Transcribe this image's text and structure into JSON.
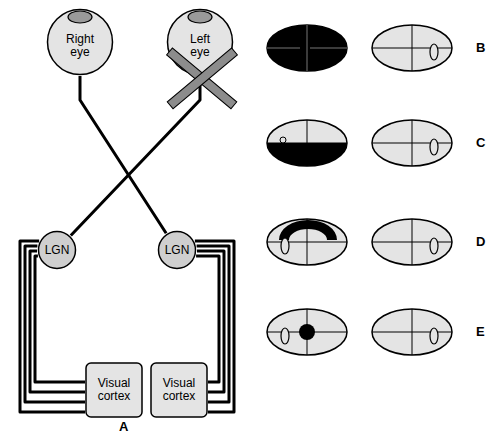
{
  "diagram": {
    "nodes": [
      {
        "text": [
          "Right eye"
        ]
      },
      {
        "text": [
          "Left eye"
        ]
      },
      {
        "text": [
          "LGN"
        ]
      },
      {
        "text": [
          "LGN"
        ]
      },
      {
        "text": [
          "Visual cortex"
        ]
      },
      {
        "text": [
          "Visual cortex"
        ]
      }
    ],
    "edges": [
      {
        "from": 0,
        "to": 3,
        "arrow": "none"
      },
      {
        "from": 1,
        "to": 2,
        "arrow": "none"
      },
      {
        "from": 2,
        "to": 4,
        "arrow": "none"
      },
      {
        "from": 3,
        "to": 5,
        "arrow": "none"
      }
    ],
    "labels": [
      "A",
      "B",
      "C",
      "D",
      "E"
    ]
  }
}
